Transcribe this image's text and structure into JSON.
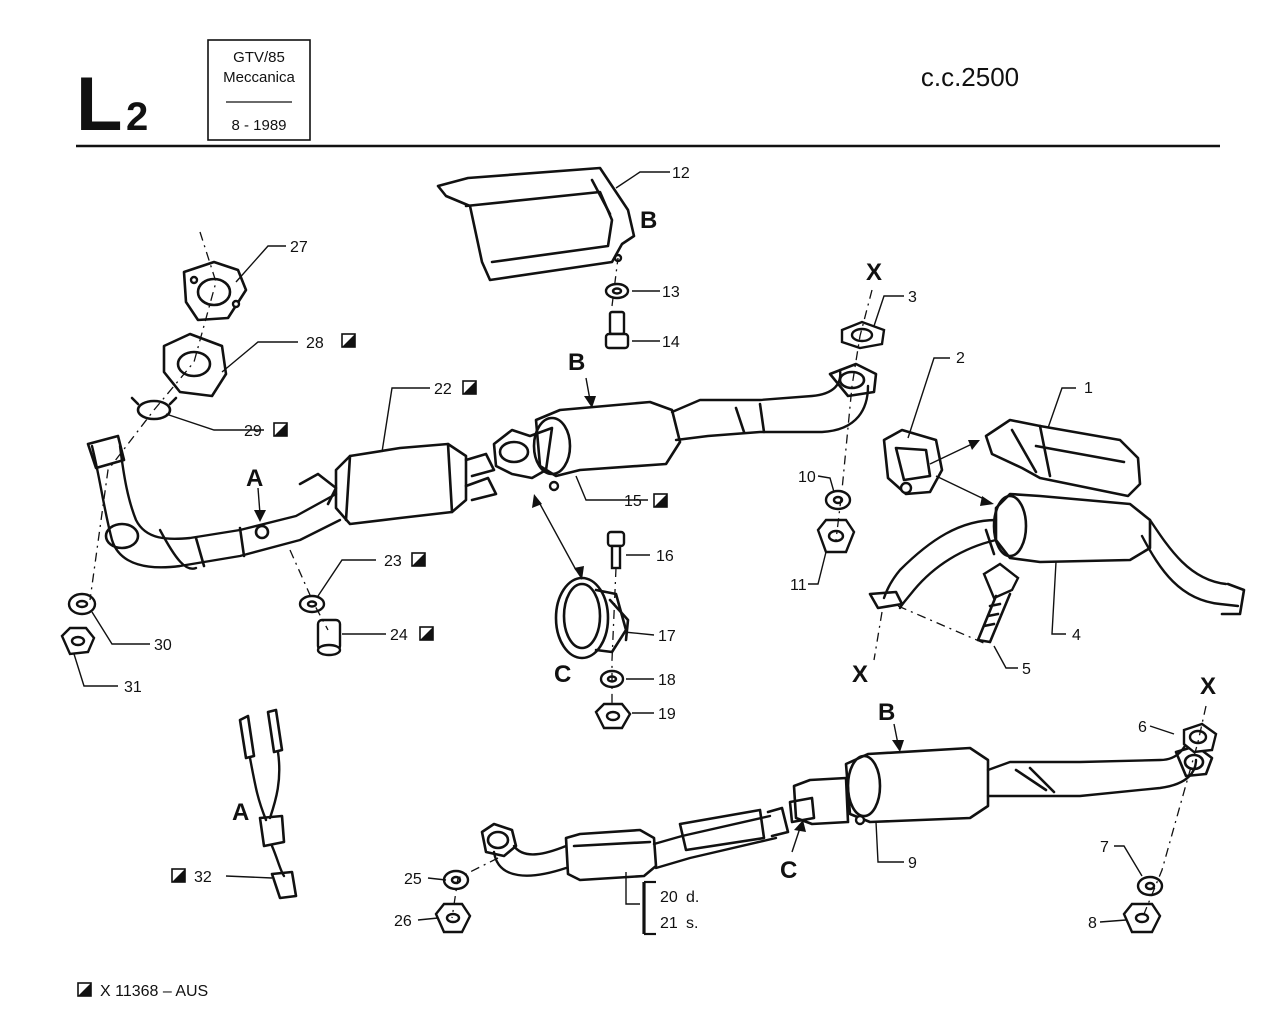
{
  "header": {
    "section_letter": "L",
    "section_number": "2",
    "model": "GTV/85",
    "group": "Meccanica",
    "date": "8 - 1989",
    "engine": "c.c.2500"
  },
  "footer": {
    "note_code": "X 11368 – AUS"
  },
  "callouts": {
    "p1": "1",
    "p2": "2",
    "p3": "3",
    "p4": "4",
    "p5": "5",
    "p6": "6",
    "p7": "7",
    "p8": "8",
    "p9": "9",
    "p10": "10",
    "p11": "11",
    "p12": "12",
    "p13": "13",
    "p14": "14",
    "p15": "15",
    "p16": "16",
    "p17": "17",
    "p18": "18",
    "p19": "19",
    "p20": "20",
    "p20s": "d.",
    "p21": "21",
    "p21s": "s.",
    "p22": "22",
    "p23": "23",
    "p24": "24",
    "p25": "25",
    "p26": "26",
    "p27": "27",
    "p28": "28",
    "p29": "29",
    "p30": "30",
    "p31": "31",
    "p32": "32"
  },
  "refs": {
    "A": "A",
    "B": "B",
    "C": "C",
    "X": "X"
  }
}
